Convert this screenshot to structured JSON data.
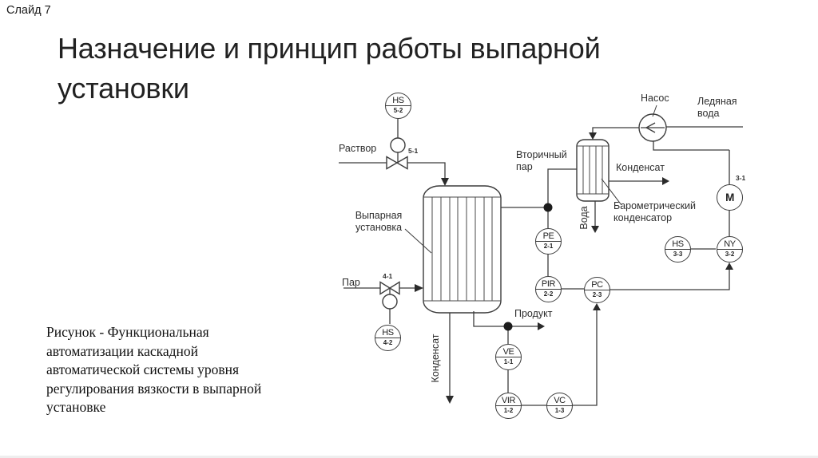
{
  "page": {
    "slide_label": "Слайд 7",
    "title_line1": "Назначение и принцип работы выпарной",
    "title_line2": "установки",
    "caption_lines": [
      "Рисунок - Функциональная",
      "автоматизации каскадной",
      "автоматической системы уровня",
      "регулирования вязкости в выпарной",
      "установке"
    ]
  },
  "diagram": {
    "streams": {
      "solution": "Раствор",
      "steam": "Пар",
      "condensate_left": "Конденсат",
      "product": "Продукт",
      "secondary_vapor_line1": "Вторичный",
      "secondary_vapor_line2": "пар",
      "water": "Вода",
      "condensate_right": "Конденсат",
      "ice_water_line1": "Ледяная",
      "ice_water_line2": "вода"
    },
    "equipment": {
      "evaporator_line1": "Выпарная",
      "evaporator_line2": "установка",
      "condenser_line1": "Барометрический",
      "condenser_line2": "конденсатор",
      "pump": "Насос"
    },
    "valve_tags": {
      "v51": "5-1",
      "v41": "4-1"
    },
    "motor": {
      "letter": "M",
      "tag": "3-1"
    },
    "instruments": [
      {
        "letters": "HS",
        "tag": "5-2"
      },
      {
        "letters": "HS",
        "tag": "4-2"
      },
      {
        "letters": "VE",
        "tag": "1-1"
      },
      {
        "letters": "VIR",
        "tag": "1-2"
      },
      {
        "letters": "VC",
        "tag": "1-3"
      },
      {
        "letters": "PE",
        "tag": "2-1"
      },
      {
        "letters": "PIR",
        "tag": "2-2"
      },
      {
        "letters": "PC",
        "tag": "2-3"
      },
      {
        "letters": "HS",
        "tag": "3-3"
      },
      {
        "letters": "NY",
        "tag": "3-2"
      }
    ],
    "colors": {
      "line": "#3c3c3c",
      "text": "#2e2e2e"
    }
  }
}
